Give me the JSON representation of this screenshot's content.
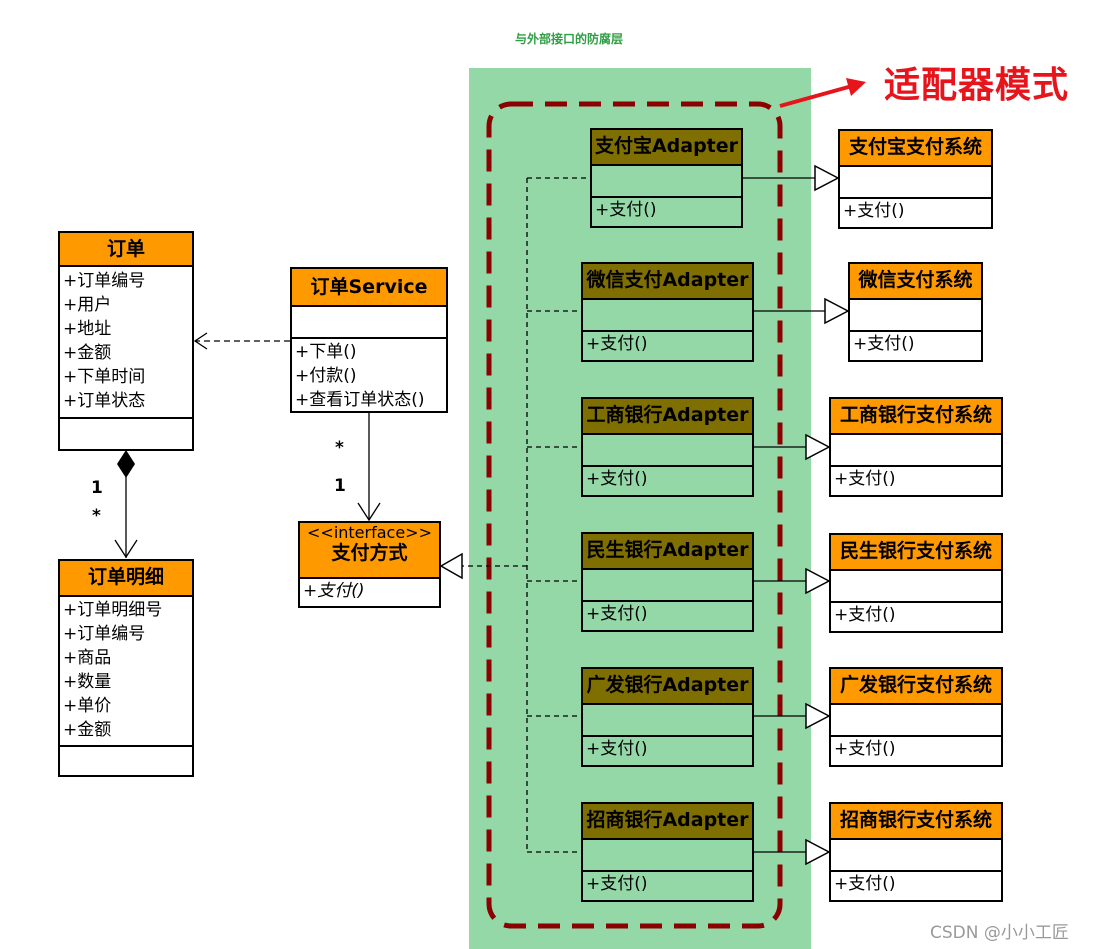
{
  "title": "与外部接口的防腐层",
  "pattern_label": "适配器模式",
  "watermark": "CSDN @小小工匠",
  "order": {
    "name": "订单",
    "attributes": [
      "+订单编号",
      "+用户",
      "+地址",
      "+金额",
      "+下单时间",
      "+订单状态"
    ]
  },
  "order_detail": {
    "name": "订单明细",
    "attributes": [
      "+订单明细号",
      "+订单编号",
      "+商品",
      "+数量",
      "+单价",
      "+金额"
    ]
  },
  "order_service": {
    "name": "订单Service",
    "methods": [
      "+下单()",
      "+付款()",
      "+查看订单状态()"
    ]
  },
  "payment_interface": {
    "stereotype": "<<interface>>",
    "name": "支付方式",
    "method": "+支付()"
  },
  "multiplicity": {
    "order_side": "1",
    "detail_side": "*",
    "service_side": "*",
    "interface_side": "1"
  },
  "adapters": [
    {
      "name": "支付宝Adapter",
      "method": "+支付()"
    },
    {
      "name": "微信支付Adapter",
      "method": "+支付()"
    },
    {
      "name": "工商银行Adapter",
      "method": "+支付()"
    },
    {
      "name": "民生银行Adapter",
      "method": "+支付()"
    },
    {
      "name": "广发银行Adapter",
      "method": "+支付()"
    },
    {
      "name": "招商银行Adapter",
      "method": "+支付()"
    }
  ],
  "systems": [
    {
      "name": "支付宝支付系统",
      "method": "+支付()"
    },
    {
      "name": "微信支付系统",
      "method": "+支付()"
    },
    {
      "name": "工商银行支付系统",
      "method": "+支付()"
    },
    {
      "name": "民生银行支付系统",
      "method": "+支付()"
    },
    {
      "name": "广发银行支付系统",
      "method": "+支付()"
    },
    {
      "name": "招商银行支付系统",
      "method": "+支付()"
    }
  ],
  "colors": {
    "class_header": "#ff9900",
    "adapter_header": "#7f6f00",
    "acl_region": "#95d8a8",
    "pattern_boundary": "#8b0000",
    "pattern_label": "#e8141b",
    "title": "#2f9e44"
  }
}
